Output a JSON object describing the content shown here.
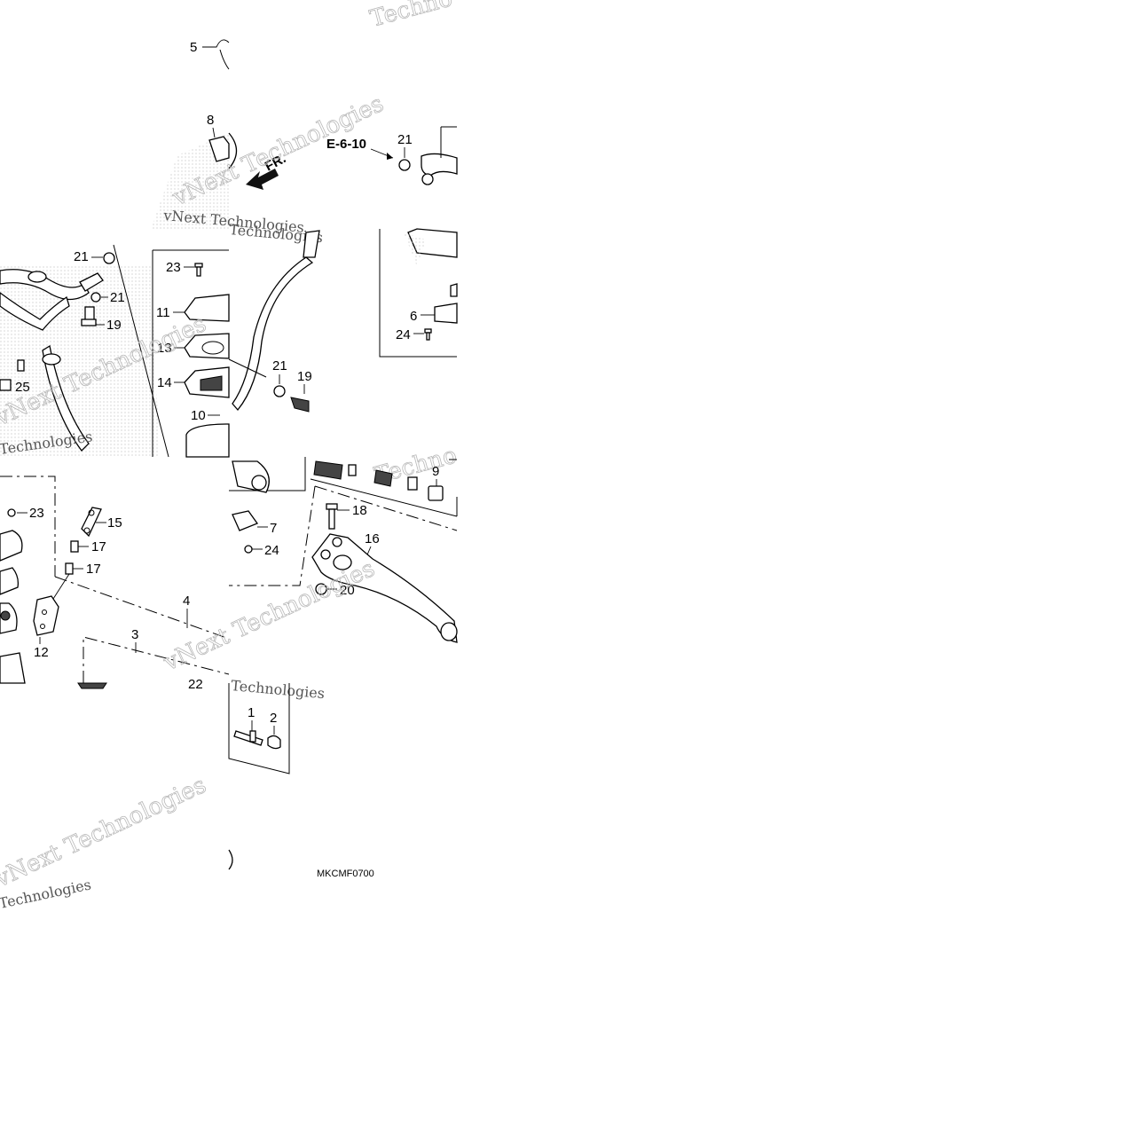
{
  "diagram": {
    "code": "MKCMF0700",
    "ref_label": "E-6-10",
    "direction_label": "FR.",
    "watermarks": [
      "vNext Technologies",
      "Technologies",
      "Techno"
    ],
    "callouts": {
      "c1": "1",
      "c2": "2",
      "c3": "3",
      "c4": "4",
      "c5": "5",
      "c6": "6",
      "c7": "7",
      "c8": "8",
      "c9": "9",
      "c10": "10",
      "c11": "11",
      "c12": "12",
      "c13": "13",
      "c14": "14",
      "c15": "15",
      "c16": "16",
      "c17a": "17",
      "c17b": "17",
      "c18": "18",
      "c19a": "19",
      "c19b": "19",
      "c20": "20",
      "c21a": "21",
      "c21b": "21",
      "c21c": "21",
      "c21d": "21",
      "c22": "22",
      "c23a": "23",
      "c23b": "23",
      "c24a": "24",
      "c24b": "24",
      "c25": "25"
    }
  }
}
